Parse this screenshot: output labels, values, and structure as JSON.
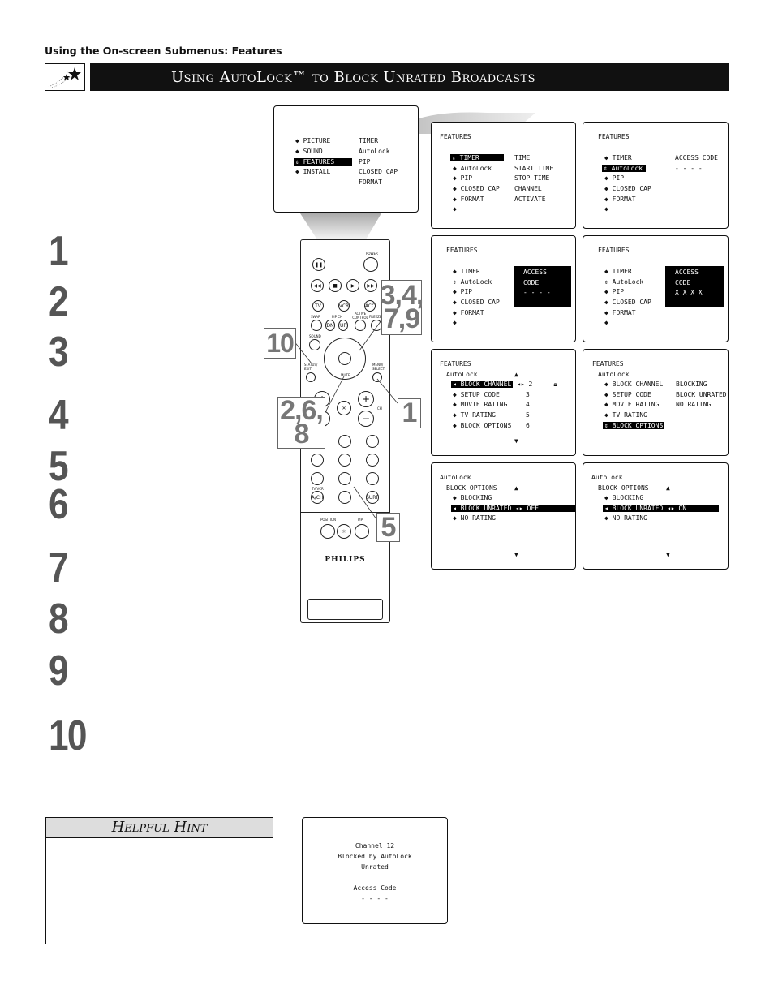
{
  "header": {
    "section": "Using the On-screen Submenus: Features",
    "title": "Using AutoLock™ to Block Unrated Broadcasts"
  },
  "steps": [
    "1",
    "2",
    "3",
    "4",
    "5",
    "6",
    "7",
    "8",
    "9",
    "10"
  ],
  "callouts": {
    "c1": "1",
    "c10": "10",
    "c34": "3,4,\n7,9",
    "c268": "2,6,\n8",
    "c5": "5"
  },
  "main_menu": {
    "left": [
      "PICTURE",
      "SOUND",
      "FEATURES",
      "INSTALL"
    ],
    "right": [
      "TIMER",
      "AutoLock",
      "PIP",
      "CLOSED CAP",
      "FORMAT"
    ]
  },
  "screens": {
    "s1": {
      "title": "FEATURES",
      "items": [
        "TIMER",
        "AutoLock",
        "PIP",
        "CLOSED CAP",
        "FORMAT"
      ],
      "right": [
        "TIME",
        "START TIME",
        "STOP TIME",
        "CHANNEL",
        "ACTIVATE"
      ]
    },
    "s2": {
      "title": "FEATURES",
      "items": [
        "TIMER",
        "AutoLock",
        "PIP",
        "CLOSED CAP",
        "FORMAT"
      ],
      "right": [
        "ACCESS CODE",
        "- - - -"
      ]
    },
    "s3": {
      "title": "FEATURES",
      "items": [
        "TIMER",
        "AutoLock",
        "PIP",
        "CLOSED CAP",
        "FORMAT"
      ],
      "right": [
        "ACCESS CODE",
        "- - - -"
      ]
    },
    "s4": {
      "title": "FEATURES",
      "items": [
        "TIMER",
        "AutoLock",
        "PIP",
        "CLOSED CAP",
        "FORMAT"
      ],
      "right": [
        "ACCESS CODE",
        "X X X X"
      ]
    },
    "s5": {
      "title": "FEATURES",
      "sub": "AutoLock",
      "items": [
        "BLOCK CHANNEL",
        "SETUP CODE",
        "MOVIE RATING",
        "TV RATING",
        "BLOCK OPTIONS"
      ],
      "right": [
        "2",
        "3",
        "4",
        "5",
        "6"
      ]
    },
    "s6": {
      "title": "FEATURES",
      "sub": "AutoLock",
      "items": [
        "BLOCK CHANNEL",
        "SETUP CODE",
        "MOVIE RATING",
        "TV RATING",
        "BLOCK OPTIONS"
      ],
      "right": [
        "BLOCKING",
        "BLOCK UNRATED",
        "NO RATING"
      ]
    },
    "s7": {
      "title": "AutoLock",
      "sub": "BLOCK OPTIONS",
      "items": [
        "BLOCKING",
        "BLOCK UNRATED",
        "NO RATING"
      ],
      "value": "OFF"
    },
    "s8": {
      "title": "AutoLock",
      "sub": "BLOCK OPTIONS",
      "items": [
        "BLOCKING",
        "BLOCK UNRATED",
        "NO RATING"
      ],
      "value": "ON"
    }
  },
  "remote": {
    "brand": "PHILIPS",
    "labels": {
      "power": "POWER",
      "tv": "TV",
      "vcr": "VCR",
      "acc": "ACC",
      "swap": "SWAP",
      "pipch": "PIP CH",
      "active": "ACTIVE CONTROL",
      "freeze": "FREEZE",
      "sound": "SOUND",
      "dn": "DN",
      "up": "UP",
      "status": "STATUS/ EXIT",
      "menu": "MENU/ SELECT",
      "mute": "MUTE",
      "ch": "CH",
      "tvvcr": "TV/VCR",
      "av": "A/CH",
      "surf": "SURF",
      "position": "POSITION",
      "pip": "PIP"
    }
  },
  "hint": {
    "title": "Helpful Hint"
  },
  "message": {
    "lines": [
      "Channel 12",
      "Blocked by AutoLock",
      "Unrated",
      "",
      "Access Code",
      "- - - -"
    ]
  }
}
